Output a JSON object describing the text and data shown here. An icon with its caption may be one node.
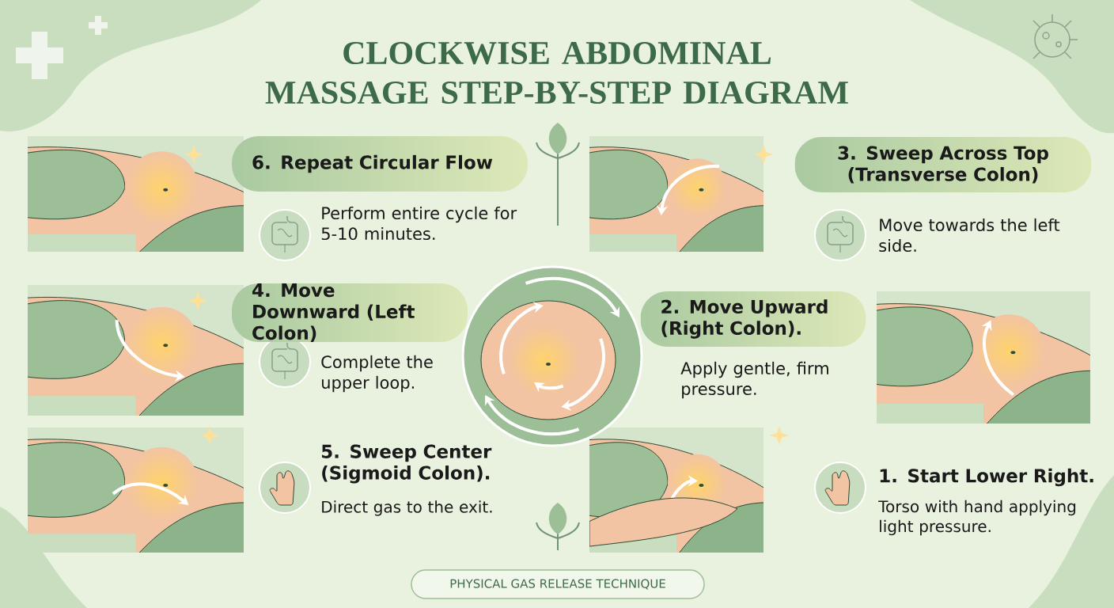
{
  "diagram": {
    "title": "CLOCKWISE ABDOMINAL MASSAGE STEP-BY-STEP DIAGRAM",
    "nodes": [
      {
        "text": [
          "6. Repeat Circular Flow"
        ],
        "beside": [
          "Perform entire cycle for 5-10 minutes."
        ]
      },
      {
        "text": [
          "3. Sweep Across Top (Transverse Colon)"
        ],
        "beside": [
          "Move towards the left side."
        ]
      },
      {
        "text": [
          "4. Move Downward (Left Colon)"
        ],
        "beside": [
          "Complete the upper loop."
        ]
      },
      {
        "text": [
          "2. Move Upward (Right Colon)."
        ],
        "beside": [
          "Apply gentle, firm pressure."
        ]
      },
      {
        "text": [
          "PHYSICAL GAS RELEASE TECHNIQUE"
        ]
      }
    ],
    "labels": [
      "5. Sweep Center (Sigmoid Colon).",
      "Direct gas to the exit.",
      "1. Start Lower Right.",
      "Torso with hand applying light pressure."
    ]
  }
}
